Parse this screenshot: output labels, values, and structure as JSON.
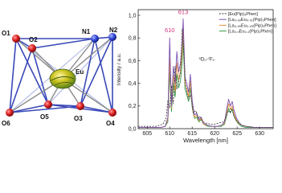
{
  "structure": {
    "center_label": "Eu",
    "atoms": [
      "O1",
      "O2",
      "N1",
      "N2",
      "O6",
      "O5",
      "O3",
      "O4"
    ]
  },
  "chart_data": {
    "type": "line",
    "xlabel": "Wavelength [nm]",
    "ylabel": "Intensity / a.u.",
    "xlim": [
      603,
      633
    ],
    "ylim": [
      0,
      1.05
    ],
    "x_ticks": [
      605,
      610,
      615,
      620,
      625,
      630
    ],
    "y_ticks": [
      0.0,
      0.2,
      0.4,
      0.6,
      0.8,
      1.0
    ],
    "x_tick_labels": [
      "605",
      "610",
      "615",
      "620",
      "625",
      "630"
    ],
    "y_tick_labels": [
      "0,0",
      "0,2",
      "0,4",
      "0,6",
      "0,8",
      "1,0"
    ],
    "grid": false,
    "legend_position": "top-right",
    "annotations": [
      {
        "text": "610",
        "x": 610,
        "y": 0.85,
        "color": "#cc3377"
      },
      {
        "text": "613",
        "x": 613,
        "y": 1.01,
        "color": "#cc3377"
      },
      {
        "text": "⁵D₀-⁷F₂",
        "x": 618.2,
        "y": 0.6,
        "color": "#222222"
      }
    ],
    "series": [
      {
        "name": "[Eu(Pip)₃Phen]",
        "color": "#333333",
        "dash": "2,1.5",
        "width": 0.8,
        "x": [
          603,
          607,
          608.5,
          609.2,
          609.6,
          610.0,
          610.4,
          610.8,
          611.2,
          611.6,
          612.0,
          612.4,
          612.8,
          613.1,
          613.5,
          613.9,
          614.3,
          614.7,
          615.2,
          615.8,
          616.3,
          616.8,
          617.4,
          618.0,
          619.0,
          620.0,
          621.0,
          622.0,
          622.5,
          623.0,
          623.4,
          623.8,
          624.2,
          624.6,
          625.0,
          625.4,
          626.0,
          627.0,
          629.0,
          633
        ],
        "y": [
          0.02,
          0.02,
          0.04,
          0.09,
          0.25,
          0.18,
          0.38,
          0.22,
          0.55,
          0.35,
          0.42,
          0.5,
          0.88,
          0.7,
          0.4,
          0.3,
          0.26,
          0.3,
          0.14,
          0.16,
          0.09,
          0.11,
          0.06,
          0.05,
          0.04,
          0.04,
          0.05,
          0.06,
          0.1,
          0.16,
          0.14,
          0.18,
          0.12,
          0.08,
          0.07,
          0.05,
          0.03,
          0.02,
          0.01,
          0.01
        ]
      },
      {
        "name": "[La₀.₉₉Eu₀.₀₁(Pip)₃Phen]",
        "color": "#7a52b0",
        "dash": "",
        "width": 0.9,
        "x": [
          603,
          608.0,
          609.0,
          609.6,
          610.0,
          610.4,
          610.8,
          611.2,
          611.6,
          612.0,
          612.4,
          612.8,
          613.0,
          613.4,
          613.8,
          614.2,
          614.6,
          615.0,
          615.5,
          616.0,
          616.5,
          617.0,
          617.5,
          618.5,
          619.5,
          620.5,
          621.5,
          622.2,
          622.7,
          623.1,
          623.5,
          623.9,
          624.3,
          624.8,
          625.3,
          626.0,
          627.0,
          629.0,
          633
        ],
        "y": [
          0.01,
          0.01,
          0.02,
          0.1,
          0.8,
          0.2,
          0.55,
          0.4,
          0.68,
          0.5,
          0.58,
          0.78,
          0.97,
          0.45,
          0.4,
          0.32,
          0.48,
          0.25,
          0.12,
          0.14,
          0.08,
          0.1,
          0.05,
          0.03,
          0.02,
          0.02,
          0.03,
          0.06,
          0.18,
          0.26,
          0.2,
          0.24,
          0.16,
          0.1,
          0.06,
          0.03,
          0.02,
          0.01,
          0.01
        ]
      },
      {
        "name": "[La₀.₉₅Eu₀.₀₅(Pip)₃Phen]",
        "color": "#e8903a",
        "dash": "",
        "width": 0.9,
        "x": [
          603,
          608.0,
          609.0,
          609.6,
          610.0,
          610.4,
          610.8,
          611.2,
          611.6,
          612.0,
          612.4,
          612.8,
          613.0,
          613.4,
          613.8,
          614.2,
          614.6,
          615.0,
          615.5,
          616.0,
          616.5,
          617.0,
          617.5,
          618.5,
          619.5,
          620.5,
          621.5,
          622.2,
          622.7,
          623.1,
          623.5,
          623.9,
          624.3,
          624.8,
          625.3,
          626.0,
          627.0,
          629.0,
          633
        ],
        "y": [
          0.01,
          0.01,
          0.02,
          0.08,
          0.62,
          0.18,
          0.47,
          0.33,
          0.58,
          0.43,
          0.5,
          0.7,
          0.9,
          0.4,
          0.35,
          0.28,
          0.42,
          0.22,
          0.1,
          0.12,
          0.07,
          0.09,
          0.04,
          0.03,
          0.02,
          0.02,
          0.03,
          0.05,
          0.15,
          0.22,
          0.17,
          0.2,
          0.13,
          0.08,
          0.05,
          0.03,
          0.02,
          0.01,
          0.01
        ]
      },
      {
        "name": "[La₀.₉Eu₀.₁(Pip)₃Phen]",
        "color": "#3a9a4a",
        "dash": "",
        "width": 0.9,
        "x": [
          603,
          608.0,
          609.0,
          609.6,
          610.0,
          610.4,
          610.8,
          611.2,
          611.6,
          612.0,
          612.4,
          612.8,
          613.0,
          613.4,
          613.8,
          614.2,
          614.6,
          615.0,
          615.5,
          616.0,
          616.5,
          617.0,
          617.5,
          618.5,
          619.5,
          620.5,
          621.5,
          622.2,
          622.7,
          623.1,
          623.5,
          623.9,
          624.3,
          624.8,
          625.3,
          626.0,
          627.0,
          629.0,
          633
        ],
        "y": [
          0.01,
          0.01,
          0.02,
          0.06,
          0.5,
          0.15,
          0.4,
          0.28,
          0.48,
          0.36,
          0.42,
          0.6,
          0.78,
          0.35,
          0.3,
          0.24,
          0.36,
          0.19,
          0.09,
          0.1,
          0.06,
          0.08,
          0.04,
          0.02,
          0.02,
          0.02,
          0.02,
          0.04,
          0.12,
          0.18,
          0.14,
          0.17,
          0.11,
          0.07,
          0.04,
          0.02,
          0.01,
          0.01,
          0.01
        ]
      }
    ]
  }
}
